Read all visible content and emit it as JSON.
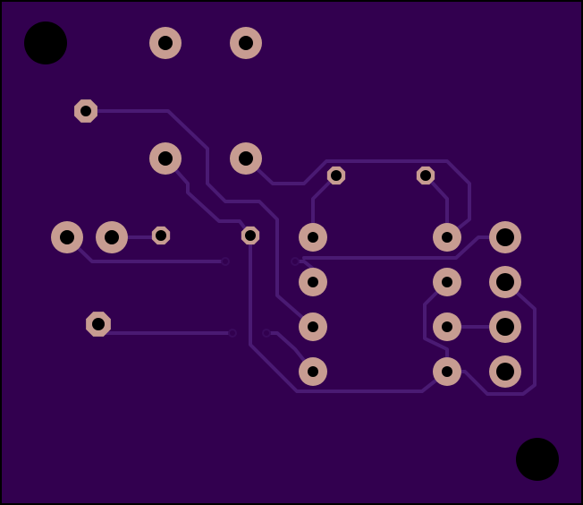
{
  "board": {
    "colors": {
      "substrate": "#32004f",
      "outline": "#000000",
      "trace": "#4a1a73",
      "pad": "#c79c91",
      "hole": "#000000"
    },
    "mounting_holes": [
      {
        "id": "mh-top-left"
      },
      {
        "id": "mh-bottom-right"
      }
    ],
    "pads": [
      {
        "id": "pad-top-1",
        "shape": "round"
      },
      {
        "id": "pad-top-2",
        "shape": "round"
      },
      {
        "id": "pad-left-small",
        "shape": "octagon"
      },
      {
        "id": "pad-mid-1",
        "shape": "round"
      },
      {
        "id": "pad-mid-2",
        "shape": "round"
      },
      {
        "id": "via-small-1",
        "shape": "octagon"
      },
      {
        "id": "via-small-2",
        "shape": "octagon"
      },
      {
        "id": "pad-left-row-1",
        "shape": "round"
      },
      {
        "id": "pad-left-row-2",
        "shape": "round"
      },
      {
        "id": "via-small-3",
        "shape": "octagon"
      },
      {
        "id": "via-small-4",
        "shape": "octagon"
      },
      {
        "id": "pad-left-lower",
        "shape": "octagon"
      },
      {
        "id": "ic-pin-1",
        "shape": "round"
      },
      {
        "id": "ic-pin-2",
        "shape": "round"
      },
      {
        "id": "ic-pin-3",
        "shape": "round"
      },
      {
        "id": "ic-pin-4",
        "shape": "round"
      },
      {
        "id": "ic-pin-5",
        "shape": "round"
      },
      {
        "id": "ic-pin-6",
        "shape": "round"
      },
      {
        "id": "ic-pin-7",
        "shape": "round"
      },
      {
        "id": "ic-pin-8",
        "shape": "round"
      },
      {
        "id": "header-pin-1",
        "shape": "round"
      },
      {
        "id": "header-pin-2",
        "shape": "round"
      },
      {
        "id": "header-pin-3",
        "shape": "round"
      },
      {
        "id": "header-pin-4",
        "shape": "round"
      }
    ]
  }
}
